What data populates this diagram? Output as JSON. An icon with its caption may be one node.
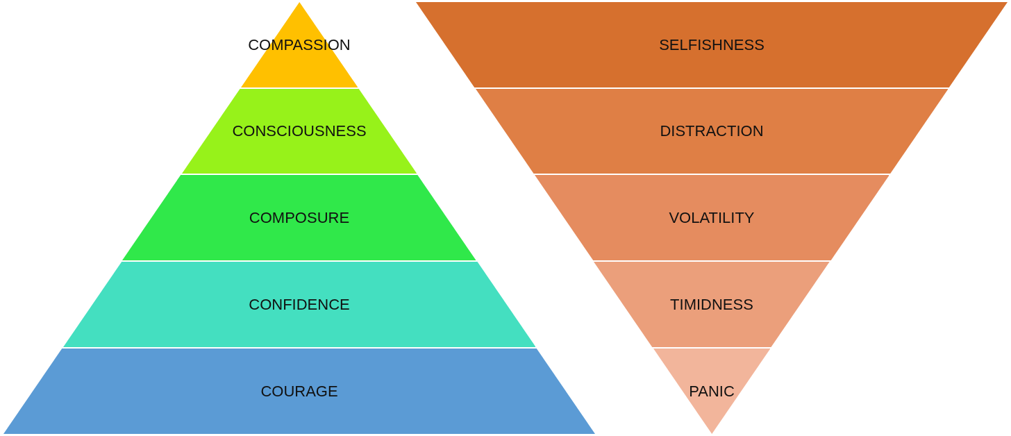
{
  "diagram": {
    "nodes": [
      {
        "text": [
          "COMPASSION"
        ]
      },
      {
        "text": [
          "CONSCIOUSNESS"
        ]
      },
      {
        "text": [
          "COMPOSURE"
        ]
      },
      {
        "text": [
          "CONFIDENCE"
        ]
      },
      {
        "text": [
          "COURAGE"
        ]
      },
      {
        "text": [
          "SELFISHNESS"
        ]
      },
      {
        "text": [
          "DISTRACTION"
        ]
      },
      {
        "text": [
          "VOLATILITY"
        ]
      },
      {
        "text": [
          "TIMIDNESS"
        ]
      },
      {
        "text": [
          "PANIC"
        ]
      }
    ],
    "edges": []
  }
}
